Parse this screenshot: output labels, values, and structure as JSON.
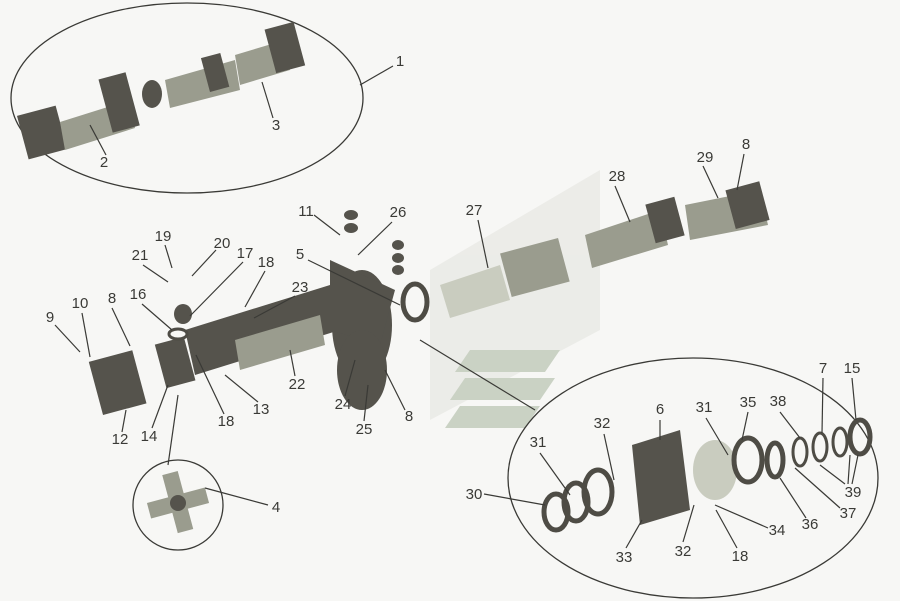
{
  "diagram": {
    "type": "exploded-parts-view",
    "labels": [
      "1",
      "2",
      "3",
      "4",
      "5",
      "6",
      "7",
      "8",
      "8",
      "8",
      "8",
      "9",
      "10",
      "11",
      "12",
      "13",
      "14",
      "15",
      "16",
      "17",
      "18",
      "18",
      "18",
      "18",
      "19",
      "20",
      "21",
      "22",
      "23",
      "24",
      "25",
      "26",
      "27",
      "28",
      "29",
      "30",
      "31",
      "31",
      "32",
      "32",
      "33",
      "34",
      "35",
      "36",
      "37",
      "38",
      "39"
    ],
    "colors": {
      "ink": "#3a3a36",
      "dark_part": "#55534c",
      "mid_part": "#9a9c8e",
      "light_part": "#c9ccbf",
      "background": "#f7f7f5"
    }
  }
}
